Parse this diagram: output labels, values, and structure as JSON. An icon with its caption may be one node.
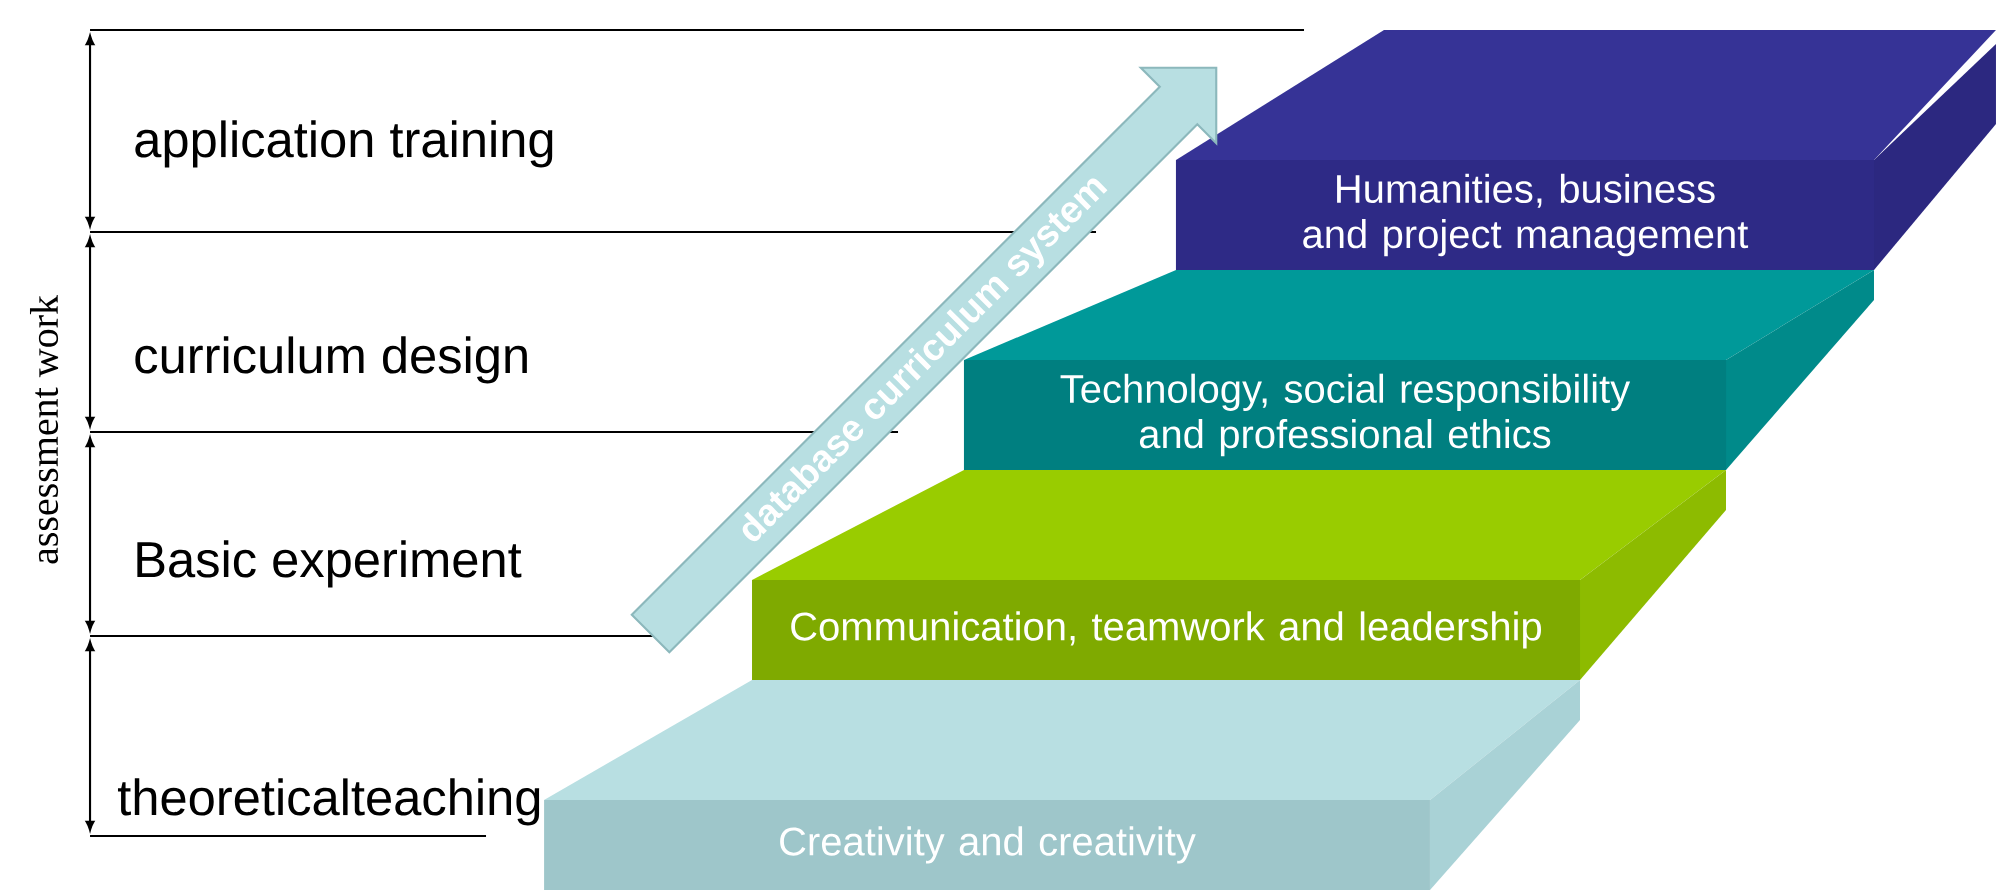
{
  "diagram": {
    "nodes": [
      {
        "text": [
          "Humanities, business and project management"
        ]
      },
      {
        "text": [
          "Technology, social responsibility and professional ethics"
        ]
      },
      {
        "text": [
          "Communication, teamwork and leadership"
        ]
      },
      {
        "text": [
          "Creativity and creativity"
        ]
      },
      {
        "text": [
          "database curriculum system"
        ]
      }
    ],
    "labels": [
      "assessment work",
      "application training",
      "curriculum design",
      "Basic experiment",
      "theoreticalteaching"
    ]
  }
}
